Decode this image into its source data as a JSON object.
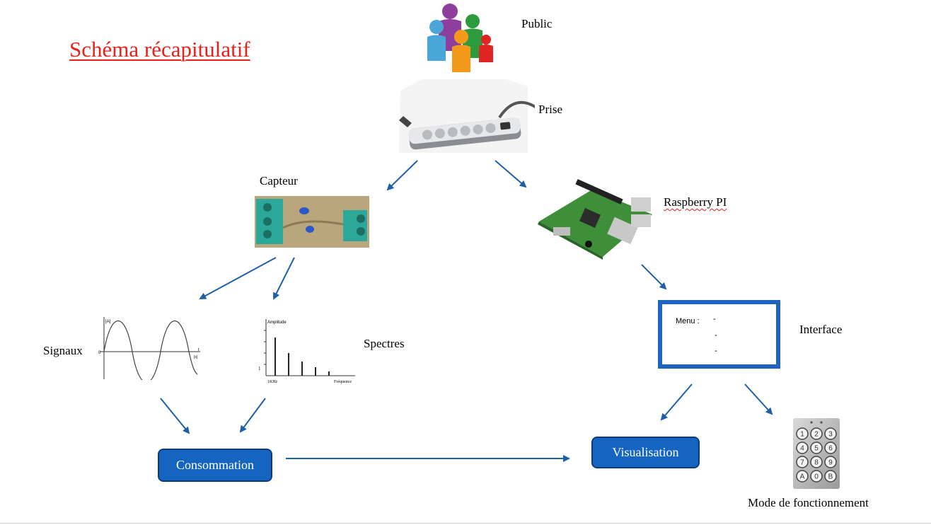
{
  "title": "Schéma récapitulatif",
  "nodes": {
    "public": "Public",
    "prise": "Prise",
    "capteur": "Capteur",
    "raspberry": "Raspberry PI",
    "signaux": "Signaux",
    "spectres": "Spectres",
    "interface": "Interface",
    "consommation": "Consommation",
    "visualisation": "Visualisation",
    "mode": "Mode de fonctionnement"
  },
  "interface_screen": {
    "menu_label": "Menu :",
    "items": [
      "-",
      "-",
      "-"
    ]
  },
  "signal_plot": {
    "y_label": "[A]",
    "x_label": "t",
    "x_unit": "[s]",
    "origin": "0"
  },
  "spectrum_plot": {
    "y_label": "Amplitude",
    "x_label": "Fréquence",
    "first_tick": "1KHz",
    "y_tick": "1"
  },
  "keypad": {
    "keys": [
      "1",
      "2",
      "3",
      "4",
      "5",
      "6",
      "7",
      "8",
      "9",
      "A",
      "0",
      "B"
    ]
  },
  "colors": {
    "title": "#e8211b",
    "arrow": "#1f5fa8",
    "button_fill": "#1565c0",
    "interface_border": "#1e63c0"
  }
}
